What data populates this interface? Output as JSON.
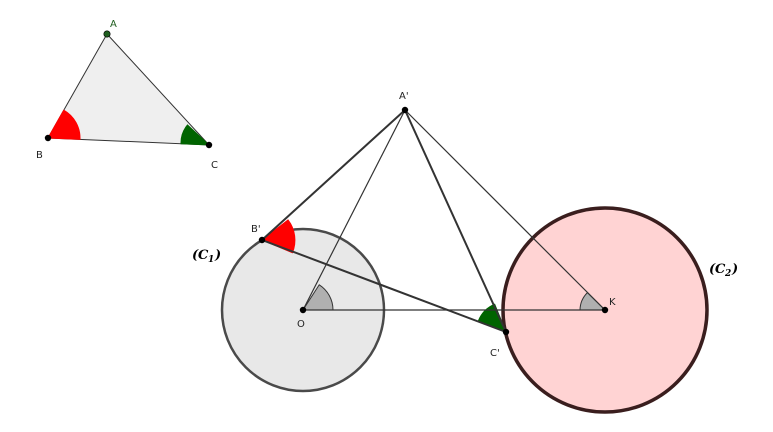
{
  "colors": {
    "background": "#ffffff",
    "segment": "#333333",
    "triangle_fill": "#efefef",
    "circle1_fill": "#e8e8e8",
    "circle1_stroke": "#4a4a4a",
    "circle2_fill": "#ffd3d3",
    "circle2_stroke": "#3a1e1e",
    "angle_red": "#ff0000",
    "angle_green": "#006400",
    "angle_gray": "#b0b0b0",
    "point_green": "#1f5e1f",
    "label_green": "#1f5e1f",
    "label_dark": "#222222"
  },
  "points": {
    "A": {
      "label": "A"
    },
    "B": {
      "label": "B"
    },
    "C": {
      "label": "C"
    },
    "A_prime": {
      "label": "A'"
    },
    "B_prime": {
      "label": "B'"
    },
    "C_prime": {
      "label": "C'"
    },
    "O": {
      "label": "O"
    },
    "K": {
      "label": "K"
    }
  },
  "circles": {
    "C1": {
      "label": "C",
      "subscript": "1"
    },
    "C2": {
      "label": "C",
      "subscript": "2"
    }
  }
}
